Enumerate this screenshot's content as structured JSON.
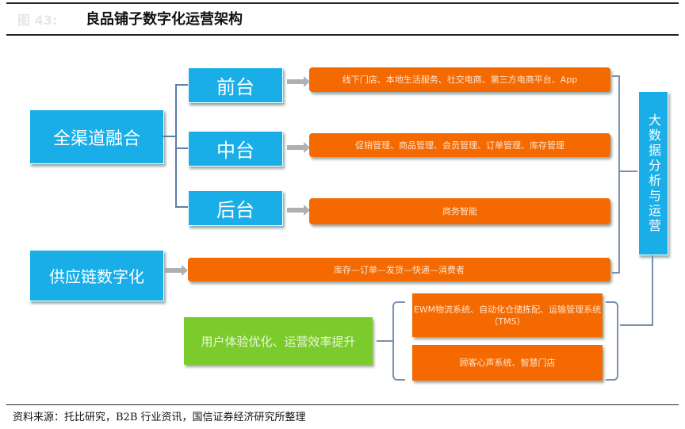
{
  "header": {
    "figure_label": "图 43:",
    "title": "良品铺子数字化运营架构"
  },
  "left": {
    "omnichannel": "全渠道融合",
    "supply_chain": "供应链数字化"
  },
  "tiers": [
    {
      "label": "前台",
      "detail": "线下门店、本地生活服务、社交电商、第三方电商平台、App"
    },
    {
      "label": "中台",
      "detail": "促销管理、商品管理、会员管理、订单管理、库存管理"
    },
    {
      "label": "后台",
      "detail": "商务智能"
    }
  ],
  "supply_chain_detail": "库存—订单—发货—快递—消费者",
  "big_data": "大数据分析与运营",
  "outcome": {
    "label": "用户体验优化、运营效率提升",
    "systems": [
      "EWM物流系统、自动化仓储拣配、运输管理系统（TMS）",
      "顾客心声系统、智慧门店"
    ]
  },
  "footer": {
    "source": "资料来源：托比研究，B2B 行业资讯，国信证券经济研究所整理"
  }
}
